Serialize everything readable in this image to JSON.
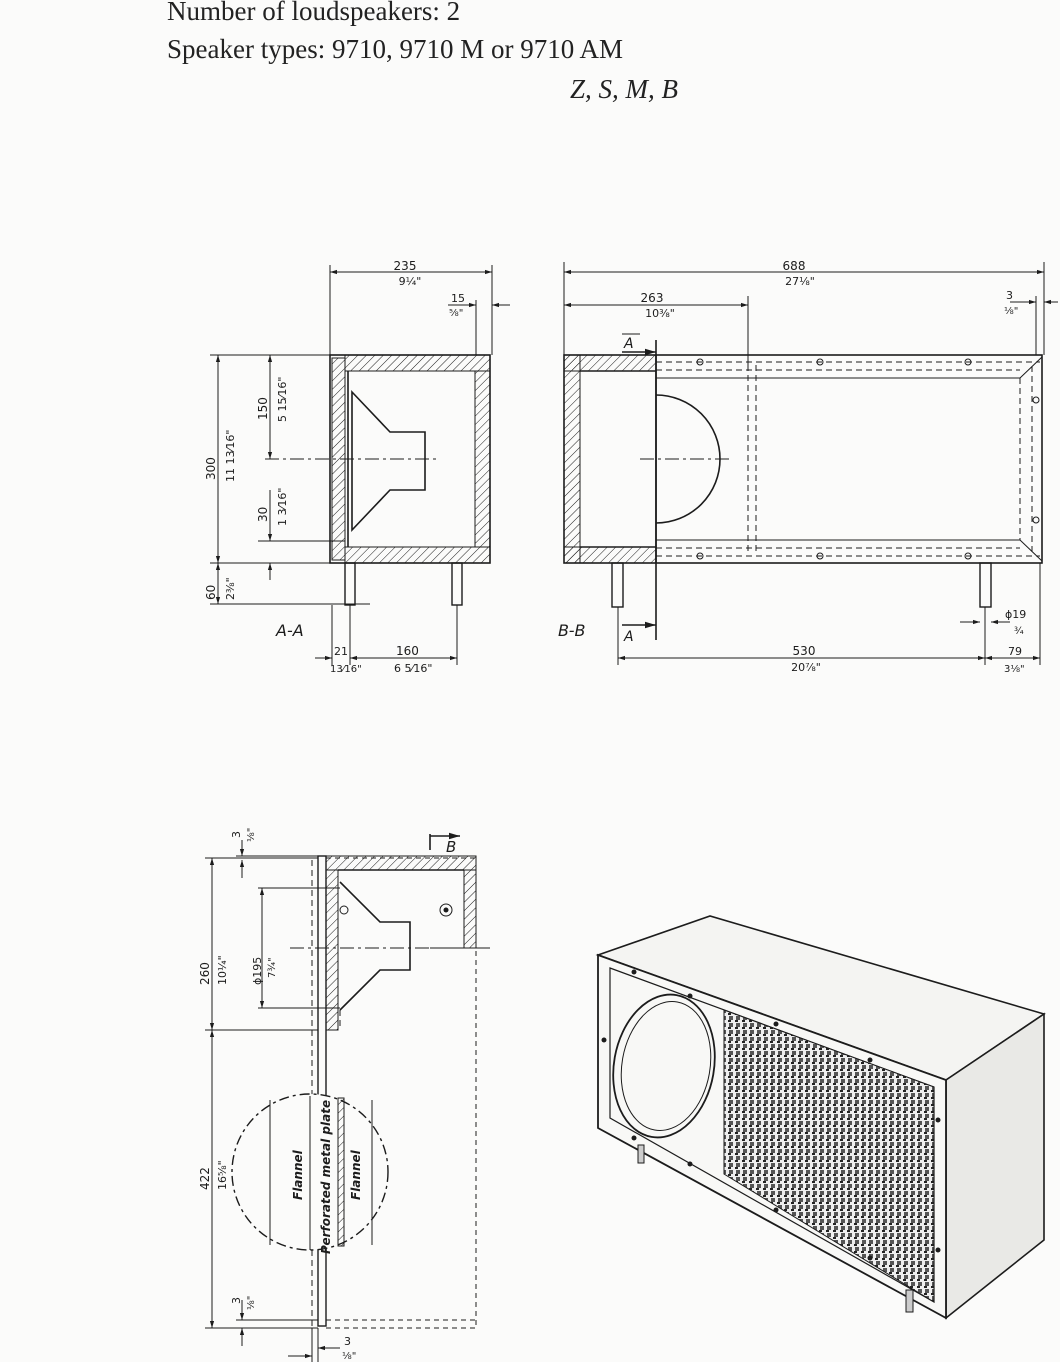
{
  "header": {
    "line1": "Number of loudspeakers: 2",
    "line2": "Speaker types: 9710, 9710 M or 9710 AM",
    "line3": "Z, S, M, B"
  },
  "section_aa": {
    "label": "A-A",
    "dims": {
      "width": "235",
      "width_in": "9¼\"",
      "wall": "15",
      "wall_in": "⅝\"",
      "height": "300",
      "height_in": "11 13⁄16\"",
      "center": "150",
      "center_in": "5 15⁄16\"",
      "bottom": "30",
      "bottom_in": "1 3⁄16\"",
      "leg": "60",
      "leg_in": "2⅜\"",
      "front": "21",
      "front_in": "13⁄16\"",
      "legpos": "160",
      "legpos_in": "6 5⁄16\""
    }
  },
  "section_bb": {
    "label": "B-B",
    "marker": "A",
    "dims": {
      "length": "688",
      "length_in": "27⅛\"",
      "opening": "263",
      "opening_in": "10⅜\"",
      "gap": "3",
      "gap_in": "⅛\"",
      "legspan": "530",
      "legspan_in": "20⅞\"",
      "legoff": "79",
      "legoff_in": "3⅛\"",
      "legdia": "ϕ19",
      "legdia_in": "¾"
    }
  },
  "section_front": {
    "marker": "B",
    "dims": {
      "top_gap": "3",
      "top_gap_in": "⅛\"",
      "upper": "260",
      "upper_in": "10¼\"",
      "dia": "ϕ195",
      "dia_in": "7¾\"",
      "lower": "422",
      "lower_in": "16⅝\"",
      "bot_gap": "3",
      "bot_gap_in": "⅛\"",
      "side_gap": "3",
      "side_gap_in": "⅛\""
    },
    "detail_labels": [
      "Flannel",
      "Perforated metal plate",
      "Flannel"
    ]
  }
}
